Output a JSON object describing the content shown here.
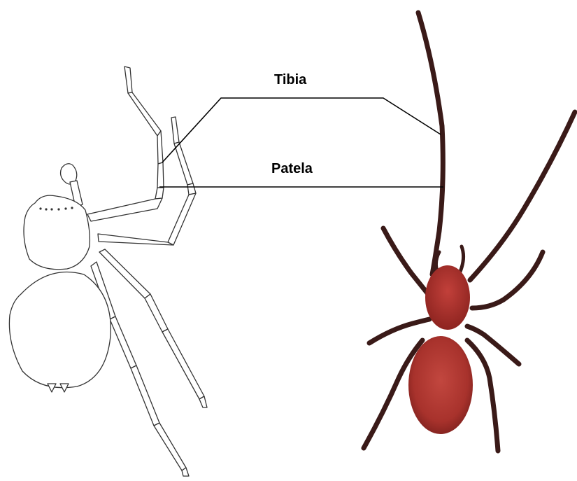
{
  "labels": {
    "tibia": "Tibia",
    "patela": "Patela"
  },
  "colors": {
    "background": "#ffffff",
    "line": "#000000",
    "drawing_stroke": "#333333",
    "spider_body": "#a8322c",
    "spider_dark": "#7a1f1c",
    "spider_legs": "#3a1a18"
  },
  "icons": [
    "line-drawing-spider",
    "photo-spider"
  ]
}
